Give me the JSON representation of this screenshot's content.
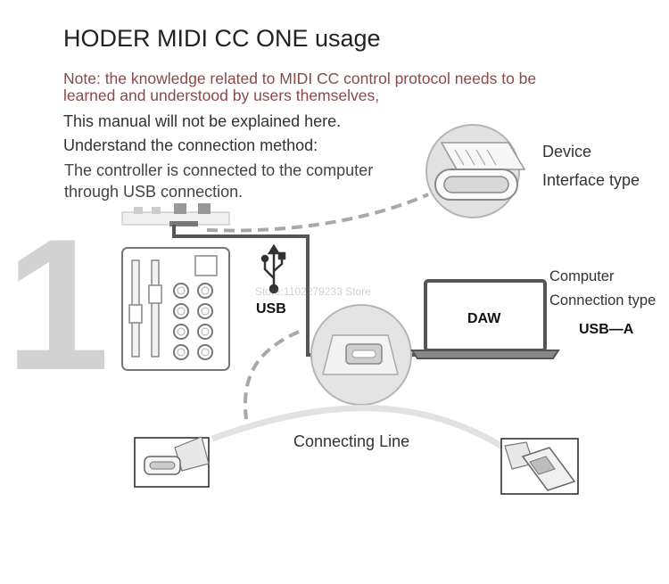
{
  "title": "HODER MIDI CC ONE usage",
  "note": {
    "line1": "Note: the knowledge related to MIDI CC control protocol needs to be",
    "line2": "learned and understood by users themselves,"
  },
  "manual_text": "This manual will not be explained here.",
  "connection_heading": "Understand the connection method:",
  "connection_desc": {
    "line1": "The controller is connected to the computer",
    "line2": "through USB connection."
  },
  "step_number": "1",
  "device": {
    "line1": "Device",
    "line2": "Interface type"
  },
  "computer": {
    "line1": "Computer",
    "line2": "Connection type",
    "type": "USB—A"
  },
  "usb_label": "USB",
  "daw_label": "DAW",
  "connecting_line_label": "Connecting Line",
  "watermark": "Store:1102279233 Store",
  "colors": {
    "note": "#8a4a48",
    "number": "#d2d2d2",
    "cable": "#555555",
    "dashed": "#a8a8a8"
  },
  "icons": [
    "usb-icon",
    "usb-c-port-icon",
    "usb-c-plug-icon",
    "usb-a-plug-icon",
    "laptop-icon",
    "midi-controller-icon"
  ]
}
